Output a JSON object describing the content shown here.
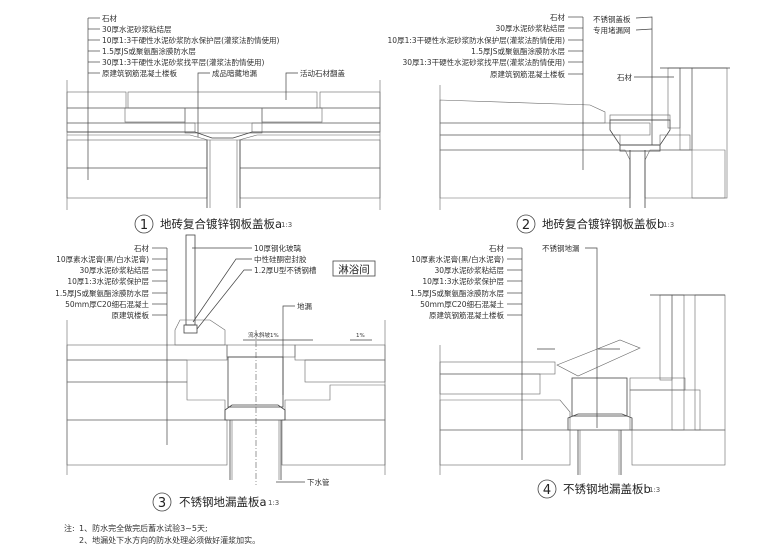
{
  "figures": [
    {
      "number": "1",
      "title": "地砖复合镀锌钢板盖板a",
      "scale": "1:3",
      "labels": [
        "石材",
        "30厚水泥砂浆粘结层",
        "10厚1:3干硬性水泥砂浆防水保护层(灌浆法酌情使用)",
        "1.5厚JS或聚氨酯涂膜防水层",
        "30厚1:3干硬性水泥砂浆找平层(灌浆法酌情使用)",
        "原建筑钢筋混凝土楼板"
      ],
      "callouts": [
        "成品暗藏地漏",
        "活动石材翻盖"
      ]
    },
    {
      "number": "2",
      "title": "地砖复合镀锌钢板盖板b",
      "scale": "1:3",
      "labels": [
        "石材",
        "30厚水泥砂浆粘结层",
        "10厚1:3干硬性水泥砂浆防水保护层(灌浆法酌情使用)",
        "1.5厚JS或聚氨酯涂膜防水层",
        "30厚1:3干硬性水泥砂浆找平层(灌浆法酌情使用)",
        "原建筑钢筋混凝土楼板"
      ],
      "callouts": [
        "不锈钢盖板",
        "专用堵漏网",
        "石材"
      ]
    },
    {
      "number": "3",
      "title": "不锈钢地漏盖板a",
      "scale": "1:3",
      "labels": [
        "石材",
        "10厚素水泥膏(黑/白水泥膏)",
        "30厚水泥砂浆粘结层",
        "10厚1:3水泥砂浆保护层",
        "1.5厚JS或聚氨酯涂膜防水层",
        "50mm厚C20细石混凝土",
        "原建筑楼板"
      ],
      "callouts": [
        "10厚钢化玻璃",
        "中性硅酮密封胶",
        "1.2厚U型不锈钢槽",
        "地漏",
        "下水管"
      ],
      "room": "淋浴间",
      "slope_label": "流水斜坡1%",
      "slope_small": "1%"
    },
    {
      "number": "4",
      "title": "不锈钢地漏盖板b",
      "scale": "1:3",
      "labels": [
        "石材",
        "10厚素水泥膏(黑/白水泥膏)",
        "30厚水泥砂浆粘结层",
        "10厚1:3水泥砂浆保护层",
        "1.5厚JS或聚氨酯涂膜防水层",
        "50mm厚C20细石混凝土",
        "原建筑钢筋混凝土楼板"
      ],
      "callouts": [
        "不锈钢地漏"
      ]
    }
  ],
  "notes": {
    "prefix": "注:",
    "items": [
      "1、防水完全做完后蓄水试验3~5天;",
      "2、地漏处下水方向的防水处理必须做好灌浆加实。"
    ]
  }
}
